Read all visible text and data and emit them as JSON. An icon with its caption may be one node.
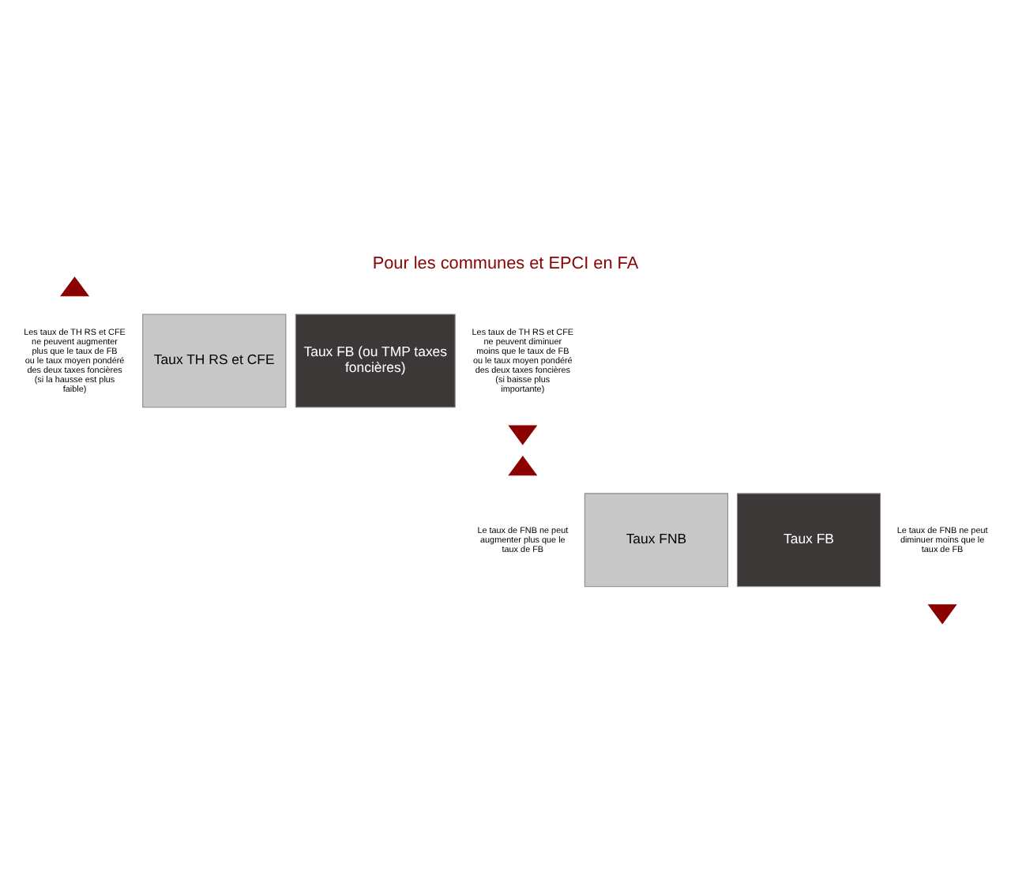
{
  "diagram": {
    "title": "Pour les communes et EPCI en FA",
    "nodes": [
      {
        "text": [
          "Taux FB (ou TMP taxes foncières)"
        ]
      },
      {
        "text": [
          "Taux TH RS et CFE"
        ]
      },
      {
        "text": [
          "Taux FB"
        ]
      },
      {
        "text": [
          "Taux FNB"
        ]
      }
    ],
    "labels": [
      "Les taux de TH RS et CFE ne peuvent augmenter plus que le taux de FB ou le taux moyen pondéré des deux taxes foncières (si la hausse est plus faible)",
      "Les taux de TH RS et CFE ne peuvent diminuer moins que le taux de FB ou le taux moyen pondéré des deux taxes foncières (si baisse plus importante)",
      "Le taux de FNB ne peut augmenter plus que le taux de FB",
      "Le taux de FNB ne peut diminuer moins que le taux de FB"
    ]
  }
}
